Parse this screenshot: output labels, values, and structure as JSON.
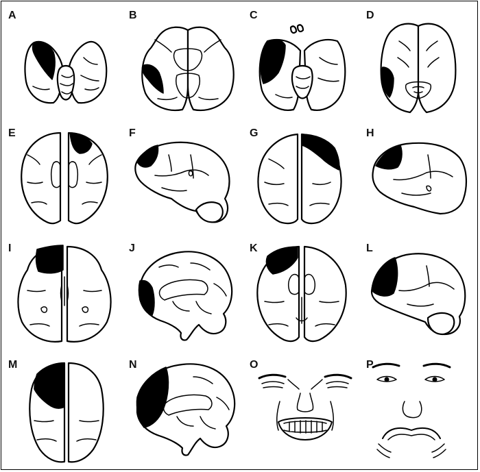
{
  "panels": [
    {
      "label": "A",
      "view": "ventral"
    },
    {
      "label": "B",
      "view": "ventral"
    },
    {
      "label": "C",
      "view": "ventral"
    },
    {
      "label": "D",
      "view": "ventral"
    },
    {
      "label": "E",
      "view": "axial"
    },
    {
      "label": "F",
      "view": "lateral"
    },
    {
      "label": "G",
      "view": "dorsal"
    },
    {
      "label": "H",
      "view": "lateral"
    },
    {
      "label": "I",
      "view": "axial"
    },
    {
      "label": "J",
      "view": "medial"
    },
    {
      "label": "K",
      "view": "axial"
    },
    {
      "label": "L",
      "view": "lateral"
    },
    {
      "label": "M",
      "view": "dorsal"
    },
    {
      "label": "N",
      "view": "medial"
    },
    {
      "label": "O",
      "view": "face-grimace"
    },
    {
      "label": "P",
      "view": "face-neutral"
    }
  ],
  "colors": {
    "lesion": "#000000",
    "outline": "#000000",
    "background": "#ffffff"
  }
}
